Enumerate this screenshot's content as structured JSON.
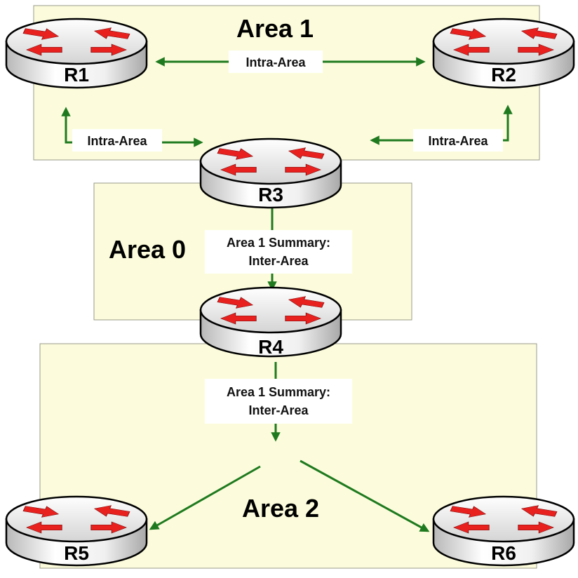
{
  "areas": {
    "area1": {
      "title": "Area 1"
    },
    "area0": {
      "title": "Area 0"
    },
    "area2": {
      "title": "Area 2"
    }
  },
  "routers": {
    "r1": {
      "label": "R1"
    },
    "r2": {
      "label": "R2"
    },
    "r3": {
      "label": "R3"
    },
    "r4": {
      "label": "R4"
    },
    "r5": {
      "label": "R5"
    },
    "r6": {
      "label": "R6"
    }
  },
  "links": {
    "r1_r2": {
      "label": "Intra-Area"
    },
    "r1_r3": {
      "label": "Intra-Area"
    },
    "r2_r3": {
      "label": "Intra-Area"
    },
    "r3_r4": {
      "line1": "Area 1 Summary:",
      "line2": "Inter-Area"
    },
    "r4_area2": {
      "line1": "Area 1 Summary:",
      "line2": "Inter-Area"
    }
  },
  "colors": {
    "area_fill": "#fcfcdc",
    "area_border": "#9a9a8a",
    "router_red": "#e8211f",
    "arrow_green": "#1f7a1f"
  },
  "icons": {
    "router": "router-icon"
  }
}
